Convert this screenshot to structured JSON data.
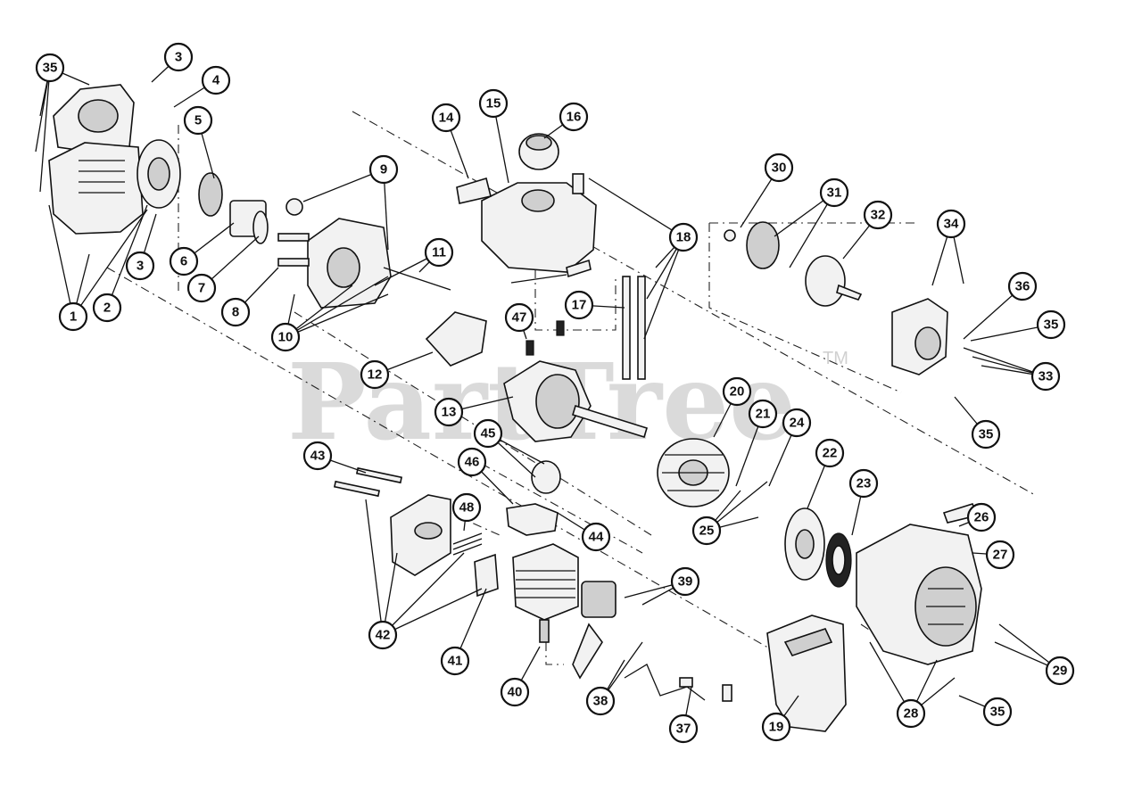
{
  "watermark": {
    "text": "PartTree",
    "tm": "TM"
  },
  "callouts": [
    "35",
    "3",
    "4",
    "5",
    "1",
    "2",
    "3",
    "6",
    "7",
    "8",
    "9",
    "10",
    "11",
    "12",
    "13",
    "14",
    "15",
    "16",
    "17",
    "18",
    "19",
    "20",
    "21",
    "22",
    "23",
    "24",
    "25",
    "26",
    "27",
    "28",
    "29",
    "30",
    "31",
    "32",
    "33",
    "34",
    "35",
    "35",
    "35",
    "36",
    "37",
    "38",
    "39",
    "40",
    "41",
    "42",
    "43",
    "44",
    "45",
    "46",
    "47",
    "48",
    "35"
  ]
}
